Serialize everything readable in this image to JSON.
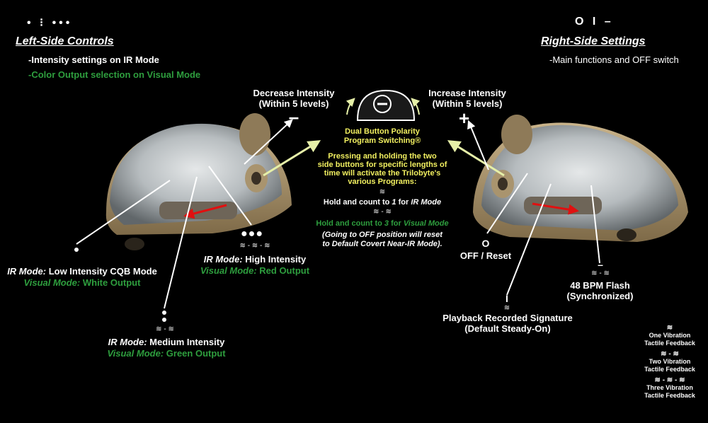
{
  "left": {
    "symbols": "•  ⁝  •••",
    "heading": "Left-Side Controls",
    "line1": "-Intensity settings on IR Mode",
    "line2": "-Color Output selection on Visual Mode"
  },
  "right": {
    "symbols": "O   I   –",
    "heading": "Right-Side Settings",
    "line1": "-Main functions and OFF switch"
  },
  "decrease": {
    "title": "Decrease Intensity",
    "sub": "(Within 5 levels)",
    "sign": "–"
  },
  "increase": {
    "title": "Increase Intensity",
    "sub": "(Within 5 levels)",
    "sign": "+"
  },
  "center": {
    "title1": "Dual Button Polarity",
    "title2": "Program Switching®",
    "p1": "Pressing and holding the two",
    "p2": "side buttons for specific lengths of",
    "p3": "time will activate the Trilobyte's",
    "p4": "various Programs:",
    "ir_pre": "Hold and count to ",
    "ir_num": "1",
    "ir_mid": " for ",
    "ir_mode": "IR Mode",
    "vis_pre": "Hold and count to ",
    "vis_num": "3",
    "vis_mid": " for ",
    "vis_mode": "Visual Mode",
    "note1": "(Going to OFF position will reset",
    "note2": "to Default Covert Near-IR Mode)."
  },
  "low": {
    "ir_label": "IR Mode:",
    "ir_text": " Low Intensity CQB Mode",
    "vis_label": "Visual Mode:",
    "vis_text": " White Output"
  },
  "high": {
    "ir_label": "IR Mode:",
    "ir_text": " High Intensity",
    "vis_label": "Visual Mode:",
    "vis_text": " Red Output"
  },
  "medium": {
    "ir_label": "IR Mode:",
    "ir_text": " Medium Intensity",
    "vis_label": "Visual Mode:",
    "vis_text": " Green Output"
  },
  "off": {
    "symbol": "O",
    "label": "OFF / Reset"
  },
  "flash": {
    "symbol": "–",
    "line1": "48 BPM Flash",
    "line2": "(Synchronized)"
  },
  "playback": {
    "symbol": "I",
    "line1": "Playback Recorded Signature",
    "line2": "(Default Steady-On)"
  },
  "vibe": {
    "glyph": "≋",
    "dash_glyph": "≋ - ≋",
    "triple_glyph": "≋ - ≋ - ≋"
  },
  "legend": {
    "one1": "One Vibration",
    "one2": "Tactile Feedback",
    "two1": "Two Vibration",
    "two2": "Tactile Feedback",
    "three1": "Three Vibration",
    "three2": "Tactile Feedback"
  },
  "colors": {
    "green": "#2e9e3e",
    "arrow_yellow": "#e6f0a8",
    "red_arrow": "#e01010"
  }
}
